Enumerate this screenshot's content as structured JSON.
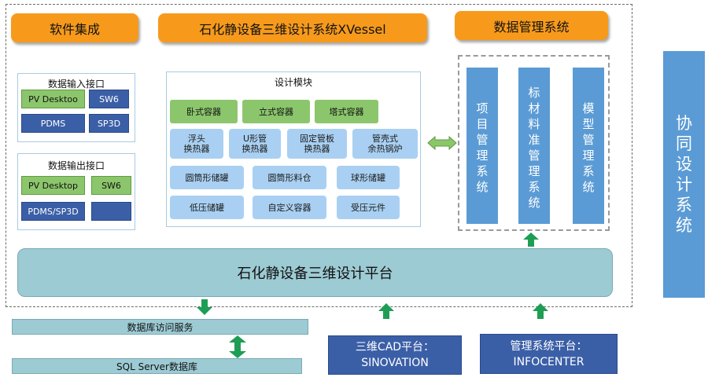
{
  "header": {
    "software_integration": "软件集成",
    "main_system": "石化静设备三维设计系统XVessel",
    "data_management": "数据管理系统"
  },
  "input_interface": {
    "title": "数据输入接口",
    "items": [
      "PV Desktoo",
      "SW6",
      "PDMS",
      "SP3D"
    ]
  },
  "output_interface": {
    "title": "数据输出接口",
    "items": [
      "PV Desktop",
      "SW6",
      "PDMS/SP3D",
      ""
    ]
  },
  "design_module": {
    "title": "设计模块",
    "row1": [
      "卧式容器",
      "立式容器",
      "塔式容器"
    ],
    "row2": [
      "浮头\n换热器",
      "U形管\n换热器",
      "固定管板\n换热器",
      "管壳式\n余热锅炉"
    ],
    "row3": [
      "圆筒形储罐",
      "圆筒形料仓",
      "球形储罐"
    ],
    "row4": [
      "低压储罐",
      "自定义容器",
      "受压元件"
    ]
  },
  "data_mgmt_cols": [
    "项目管理系统",
    "标材料准管理系统",
    "模型管理系统"
  ],
  "collab": "协同设计系统",
  "platform": "石化静设备三维设计平台",
  "db_access": "数据库访问服务",
  "db_sql": "SQL Server数据库",
  "cad_platform": {
    "line1": "三维CAD平台：",
    "line2": "SINOVATION"
  },
  "mgmt_platform": {
    "line1": "管理系统平台：",
    "line2": "INFOCENTER"
  },
  "colors": {
    "orange": "#f79a1c",
    "green": "#8cc66c",
    "navy": "#3b5fa7",
    "light_blue": "#a9d0f2",
    "mid_blue": "#5b9bd5",
    "teal": "#9dcbd4",
    "arrow_green": "#1e9e55"
  }
}
